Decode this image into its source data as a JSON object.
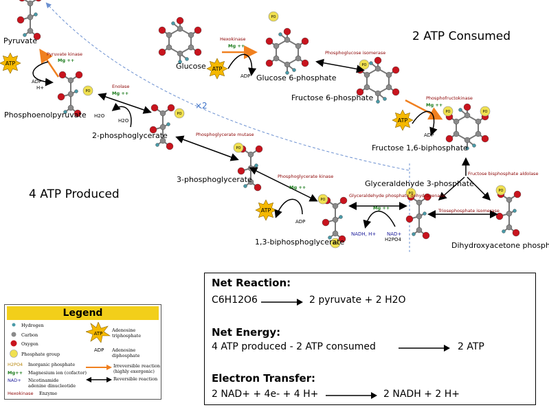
{
  "headers": {
    "consumed": "2 ATP Consumed",
    "produced": "4 ATP Produced"
  },
  "metabolites": {
    "glucose": "Glucose",
    "g6p": "Glucose 6-phosphate",
    "f6p": "Fructose 6-phosphate",
    "f16bp": "Fructose 1,6-biphosphate",
    "g3p": "Glyceraldehyde 3-phosphate",
    "dhap": "Dihydroxyacetone phosphate",
    "bpg13": "1,3-biphosphoglycerate",
    "pg3": "3-phosphoglycerate",
    "pg2": "2-phosphoglycerate",
    "pep": "Phosphoenolpyruvate",
    "pyruvate": "Pyruvate"
  },
  "enzymes": {
    "hexokinase": "Hexokinase",
    "pgi": "Phosphoglucose isomerase",
    "pfk": "Phosphofructokinase",
    "aldolase": "Fructose bisphosphate aldolase",
    "tpi": "Triosephosphate isomerase",
    "gapdh": "Glyceraldehyde phosphate dehydrogenase",
    "pgk": "Phosphoglycerate kinase",
    "pgm": "Phosphoglycerate mutase",
    "enolase": "Enolase",
    "pk": "Pyruvate kinase"
  },
  "cofactors": {
    "mg": "Mg ++",
    "atp": "ATP",
    "adp": "ADP",
    "adp_h": "ADP H+",
    "h2o": "H2O",
    "nad": "NAD+",
    "nadh": "NADH, H+",
    "h2po4": "H2PO4",
    "x2": "×2",
    "pi": "PO"
  },
  "summary": {
    "net_reaction_title": "Net Reaction:",
    "net_reaction_lhs": "C6H12O6",
    "net_reaction_rhs": "2 pyruvate + 2 H2O",
    "net_energy_title": "Net Energy:",
    "net_energy_lhs": "4 ATP produced - 2 ATP consumed",
    "net_energy_rhs": "2 ATP",
    "electron_title": "Electron Transfer:",
    "electron_lhs": "2 NAD+ + 4e- + 4 H+",
    "electron_rhs": "2 NADH + 2 H+"
  },
  "legend": {
    "title": "Legend",
    "hydrogen": "Hydrogen",
    "carbon": "Carbon",
    "oxygen": "Oxygen",
    "phosphate": "Phosphate group",
    "inorganic_symbol": "H2PO4",
    "inorganic": "Inorganic phosphate",
    "mg_symbol": "Mg++",
    "magnesium": "Magnesium ion (cofactor)",
    "nad_symbol": "NAD+",
    "nad": "Nicotinamide adenine dinucleotide",
    "enzyme_symbol": "Hexokinase",
    "enzyme": "Enzyme",
    "atp_symbol": "ATP",
    "atp": "Adenosine triphosphate",
    "adp_symbol": "ADP",
    "adp": "Adenosine diphosphate",
    "irreversible": "Irreversible reaction (highly exergonic)",
    "reversible": "Reversible reaction"
  },
  "colors": {
    "oxygen": "#c8141e",
    "carbon": "#8a8a8a",
    "hydrogen": "#4a9aa8",
    "phosphate": "#f0e050",
    "atp": "#f5b800",
    "irreversible": "#f08020",
    "enzyme_text": "#8b0000",
    "mg_text": "#1a7a1a",
    "legend_title": "#f2cf1a"
  }
}
